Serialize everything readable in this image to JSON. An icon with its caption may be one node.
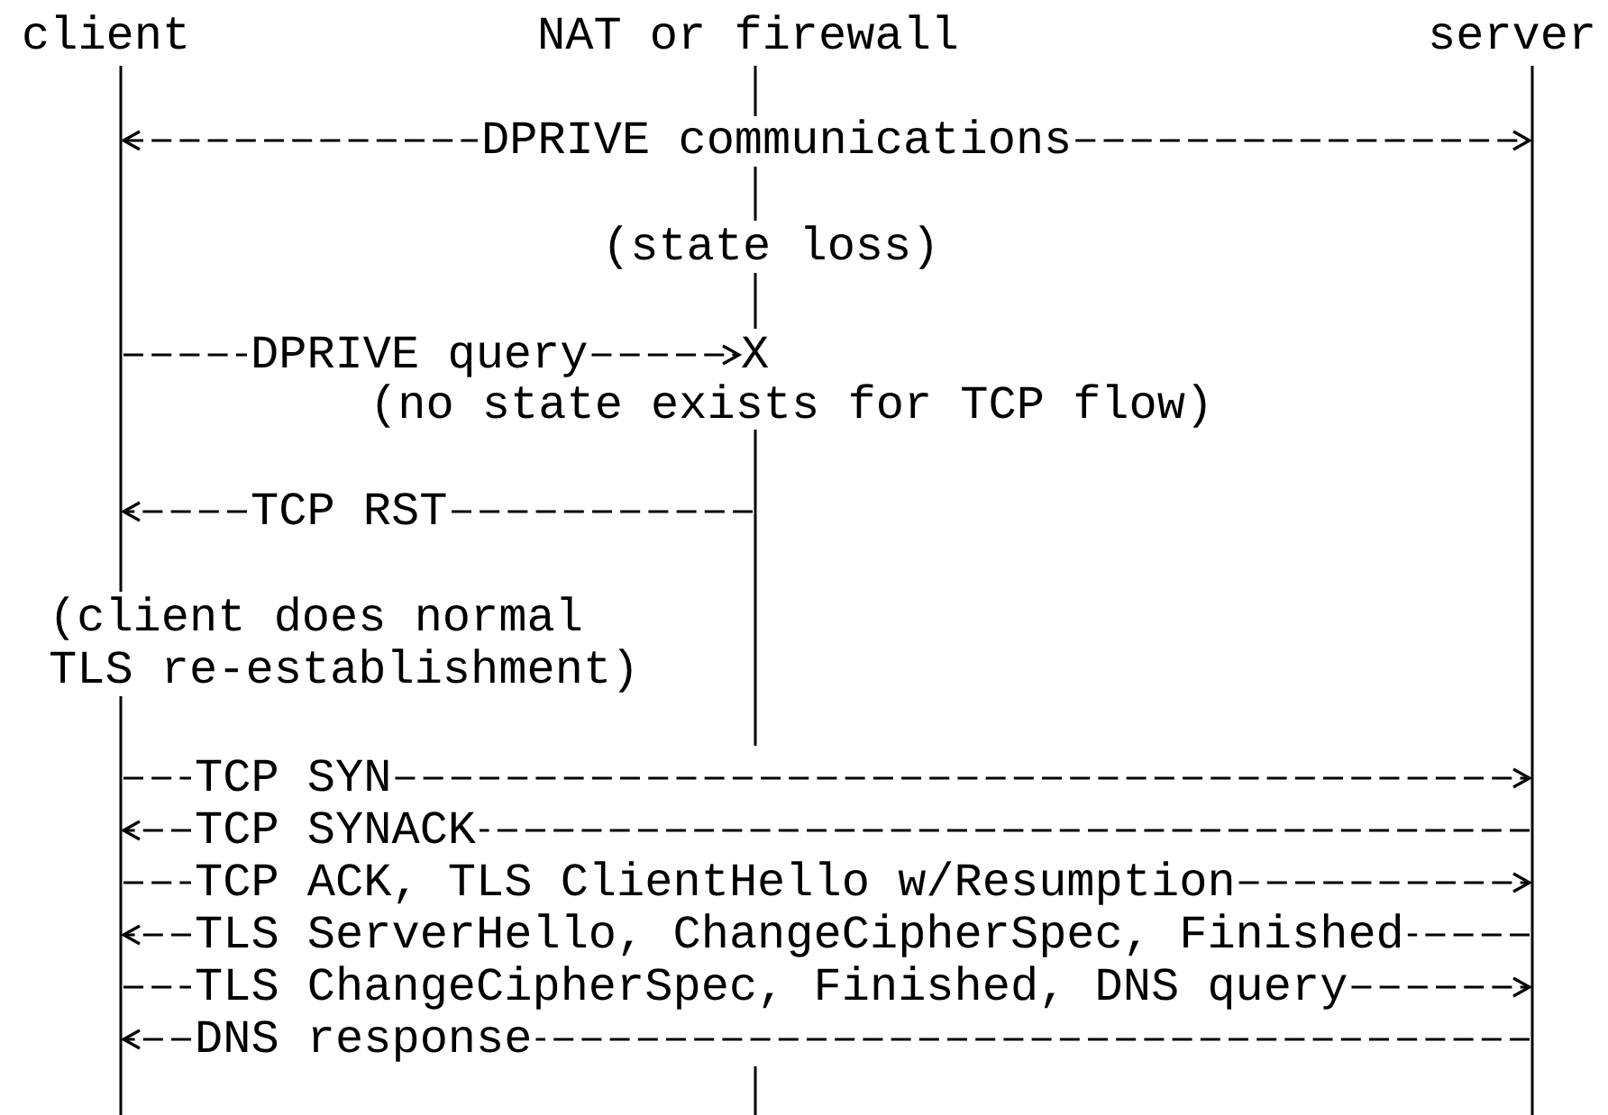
{
  "diagram": {
    "nodes": [
      {
        "text": [
          "client"
        ]
      },
      {
        "text": [
          "NAT or firewall"
        ]
      },
      {
        "text": [
          "server"
        ]
      },
      {
        "text": [
          "X"
        ],
        "in": 1
      }
    ],
    "edges": [
      {
        "from": 0,
        "to": 2,
        "arrow": "both",
        "label": "DPRIVE communications"
      },
      {
        "from": 0,
        "to": 3,
        "arrow": "to",
        "label": "DPRIVE query"
      },
      {
        "from": 1,
        "to": 0,
        "arrow": "to",
        "label": "TCP RST"
      },
      {
        "from": 0,
        "to": 2,
        "arrow": "to",
        "label": "TCP SYN"
      },
      {
        "from": 2,
        "to": 0,
        "arrow": "to",
        "label": "TCP SYNACK"
      },
      {
        "from": 0,
        "to": 2,
        "arrow": "to",
        "label": "TCP ACK, TLS ClientHello w/Resumption"
      },
      {
        "from": 2,
        "to": 0,
        "arrow": "to",
        "label": "TLS ServerHello, ChangeCipherSpec, Finished"
      },
      {
        "from": 0,
        "to": 2,
        "arrow": "to",
        "label": "TLS ChangeCipherSpec, Finished, DNS query"
      },
      {
        "from": 2,
        "to": 0,
        "arrow": "to",
        "label": "DNS response"
      }
    ],
    "labels": [
      "(state loss)",
      "(no state exists for TCP flow)",
      "(client does normal TLS re-establishment)"
    ]
  }
}
